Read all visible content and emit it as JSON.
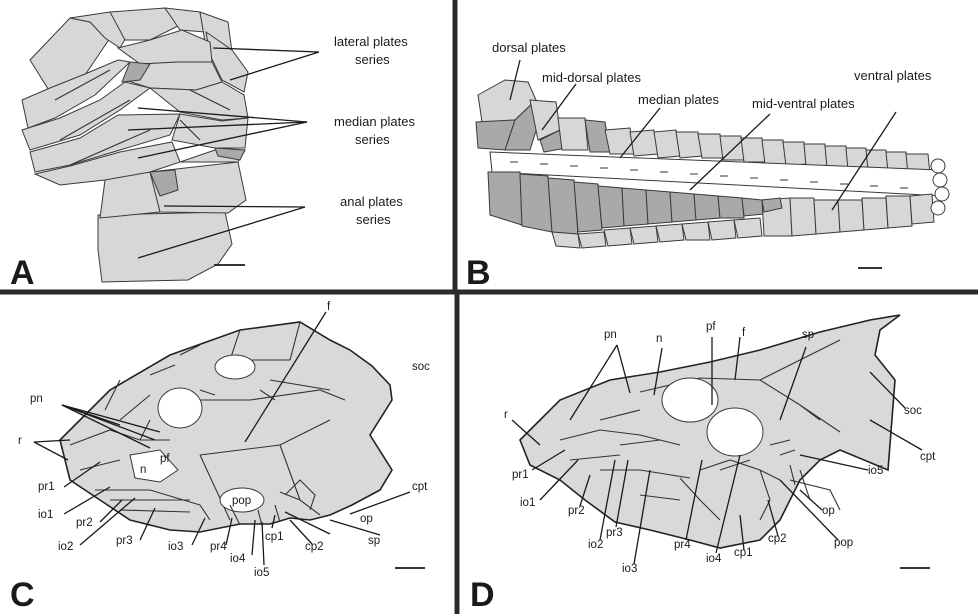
{
  "panels": [
    {
      "letter": "A"
    },
    {
      "letter": "B"
    },
    {
      "letter": "C"
    },
    {
      "letter": "D"
    }
  ],
  "panel_a": {
    "labels": {
      "lateral": [
        "lateral plates",
        "series"
      ],
      "median": [
        "median plates",
        "series"
      ],
      "anal": [
        "anal plates",
        "series"
      ]
    }
  },
  "panel_b": {
    "labels": {
      "dorsal": "dorsal plates",
      "mid_dorsal": "mid-dorsal plates",
      "median": "median plates",
      "mid_ventral": "mid-ventral plates",
      "ventral": "ventral plates"
    }
  },
  "panel_c": {
    "labels": {
      "f": "f",
      "soc": "soc",
      "cpt": "cpt",
      "pn": "pn",
      "r": "r",
      "pr1": "pr1",
      "io1": "io1",
      "pr2": "pr2",
      "io2": "io2",
      "pr3": "pr3",
      "io3": "io3",
      "pr4": "pr4",
      "io4": "io4",
      "io5": "io5",
      "cp1": "cp1",
      "cp2": "cp2",
      "sp": "sp",
      "op": "op",
      "n": "n",
      "pf": "pf",
      "pop": "pop"
    }
  },
  "panel_d": {
    "labels": {
      "pn": "pn",
      "n": "n",
      "pf": "pf",
      "f": "f",
      "sp": "sp",
      "soc": "soc",
      "cpt": "cpt",
      "r": "r",
      "pr1": "pr1",
      "io1": "io1",
      "pr2": "pr2",
      "io2": "io2",
      "pr3": "pr3",
      "io3": "io3",
      "pr4": "pr4",
      "io4": "io4",
      "io5": "io5",
      "op": "op",
      "pop": "pop",
      "cp2": "cp2",
      "cp1": "cp1"
    }
  }
}
